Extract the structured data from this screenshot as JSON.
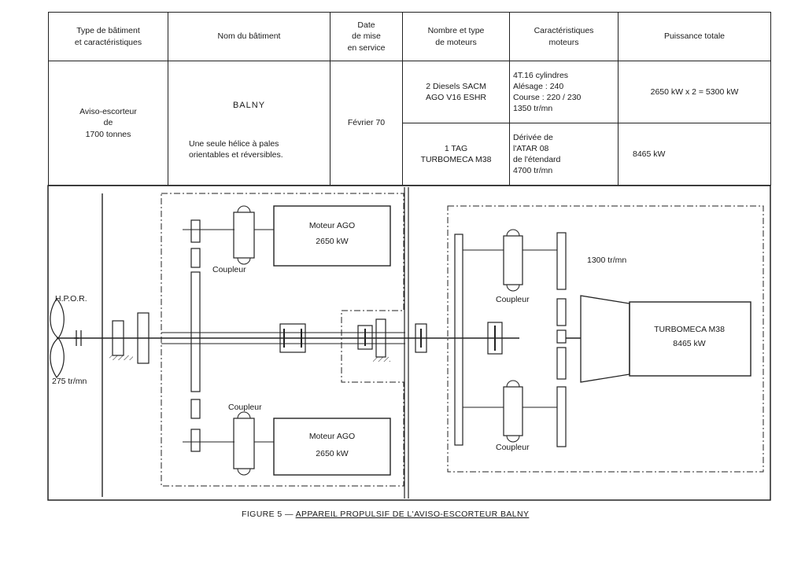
{
  "table": {
    "headers": [
      "Type de bâtiment\net caractéristiques",
      "Nom du bâtiment",
      "Date\nde mise\nen service",
      "Nombre et type\nde moteurs",
      "Caractéristiques\nmoteurs",
      "Puissance totale"
    ],
    "type_batiment": "Aviso-escorteur\nde\n1700 tonnes",
    "nom": "BALNY",
    "nom_note": "Une seule hélice à pales\norientables et réversibles.",
    "date": "Février 70",
    "rows": [
      {
        "moteurs": "2 Diesels SACM\nAGO V16 ESHR",
        "caracteristiques": "4T.16 cylindres\nAlésage : 240\nCourse : 220 / 230\n1350 tr/mn",
        "puissance": "2650 kW x 2 = 5300 kW"
      },
      {
        "moteurs": "1 TAG\nTURBOMECA M38",
        "caracteristiques": "Dérivée de\nl'ATAR 08\nde l'étendard\n4700 tr/mn",
        "puissance": "8465 kW"
      }
    ]
  },
  "diagram": {
    "hpor_label": "H.P.O.R.",
    "propeller_speed": "275 tr/mn",
    "motor_top": {
      "name": "Moteur AGO",
      "power": "2650 kW"
    },
    "motor_bottom": {
      "name": "Moteur AGO",
      "power": "2650 kW"
    },
    "coupler_label": "Coupleur",
    "turbine_speed": "1300 tr/mn",
    "turbine": {
      "name": "TURBOMECA M38",
      "power": "8465 kW"
    }
  },
  "caption": {
    "prefix": "FIGURE 5 —",
    "title": "APPAREIL PROPULSIF DE L'AVISO-ESCORTEUR BALNY"
  }
}
